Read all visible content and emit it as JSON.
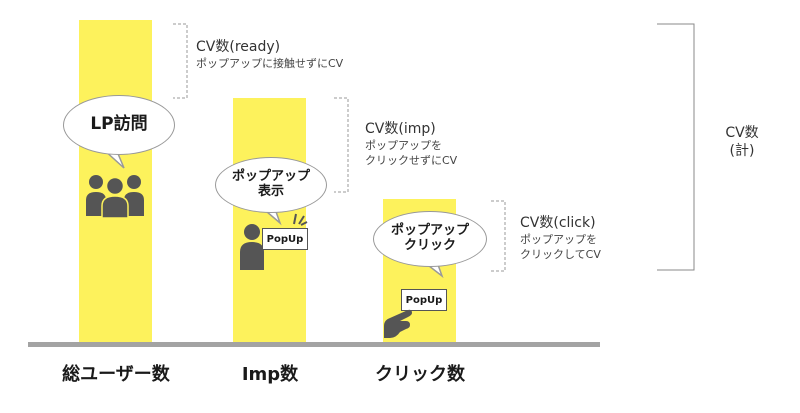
{
  "chart_data": {
    "type": "bar",
    "categories": [
      "総ユーザー数",
      "Imp数",
      "クリック数"
    ],
    "values": [
      100,
      76,
      45
    ],
    "xlabel": "",
    "ylabel": ""
  },
  "bubbles": {
    "lp": "LP訪問",
    "popup_show": [
      "ポップアップ",
      "表示"
    ],
    "popup_click": [
      "ポップアップ",
      "クリック"
    ]
  },
  "popup_label": "PopUp",
  "annotations": {
    "ready": {
      "title": "CV数(ready)",
      "desc": [
        "ポップアップに接触せずにCV"
      ]
    },
    "imp": {
      "title": "CV数(imp)",
      "desc": [
        "ポップアップを",
        "クリックせずにCV"
      ]
    },
    "click": {
      "title": "CV数(click)",
      "desc": [
        "ポップアップを",
        "クリックしてCV"
      ]
    },
    "total": [
      "CV数",
      "(計)"
    ]
  },
  "colors": {
    "bar": "#fdf25c",
    "baseline": "#a3a3a3",
    "icon": "#555555"
  },
  "icons": [
    "group-users-icon",
    "person-icon",
    "hand-pointer-icon",
    "emphasis-lines-icon"
  ]
}
